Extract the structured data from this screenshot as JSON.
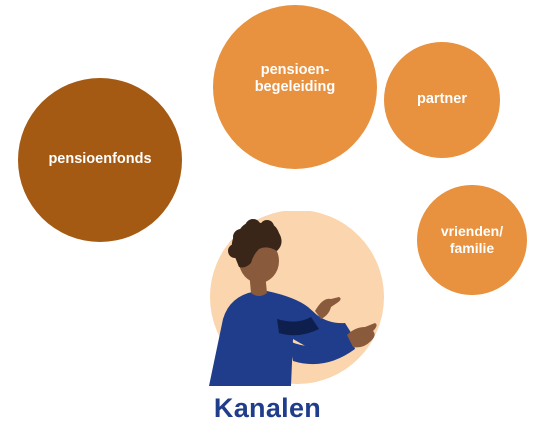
{
  "bubbles": {
    "pensioenfonds": "pensioenfonds",
    "begeleiding": "pensioen-\nbegeleiding",
    "partner": "partner",
    "vrienden": "vrienden/\nfamilie"
  },
  "caption": "Kanalen",
  "colors": {
    "dark_orange": "#a45a12",
    "light_orange": "#e8913e",
    "peach": "#fad5ad",
    "navy": "#1f3d8b"
  },
  "icons": {
    "illustration": "person-gesturing-illustration"
  }
}
